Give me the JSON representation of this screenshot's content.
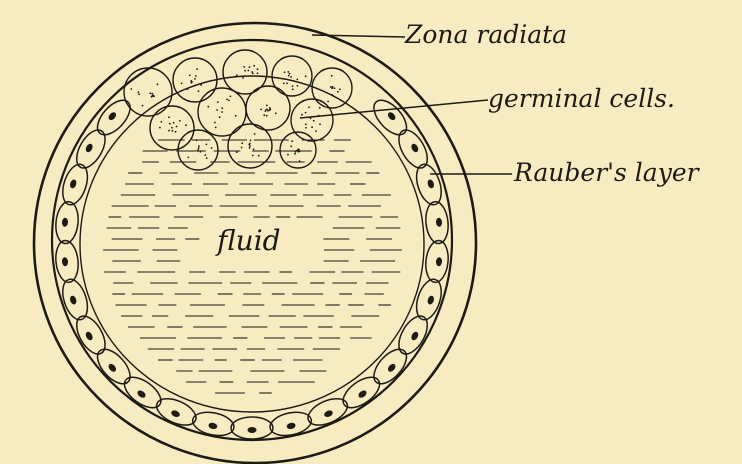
{
  "figure": {
    "background": "#f7ebc1",
    "ink": "#1e1a14"
  },
  "labels": {
    "zona_radiata": "Zona radiata",
    "germinal_cells": "germinal cells.",
    "raubers_layer": "Rauber's layer",
    "fluid": "fluid"
  }
}
